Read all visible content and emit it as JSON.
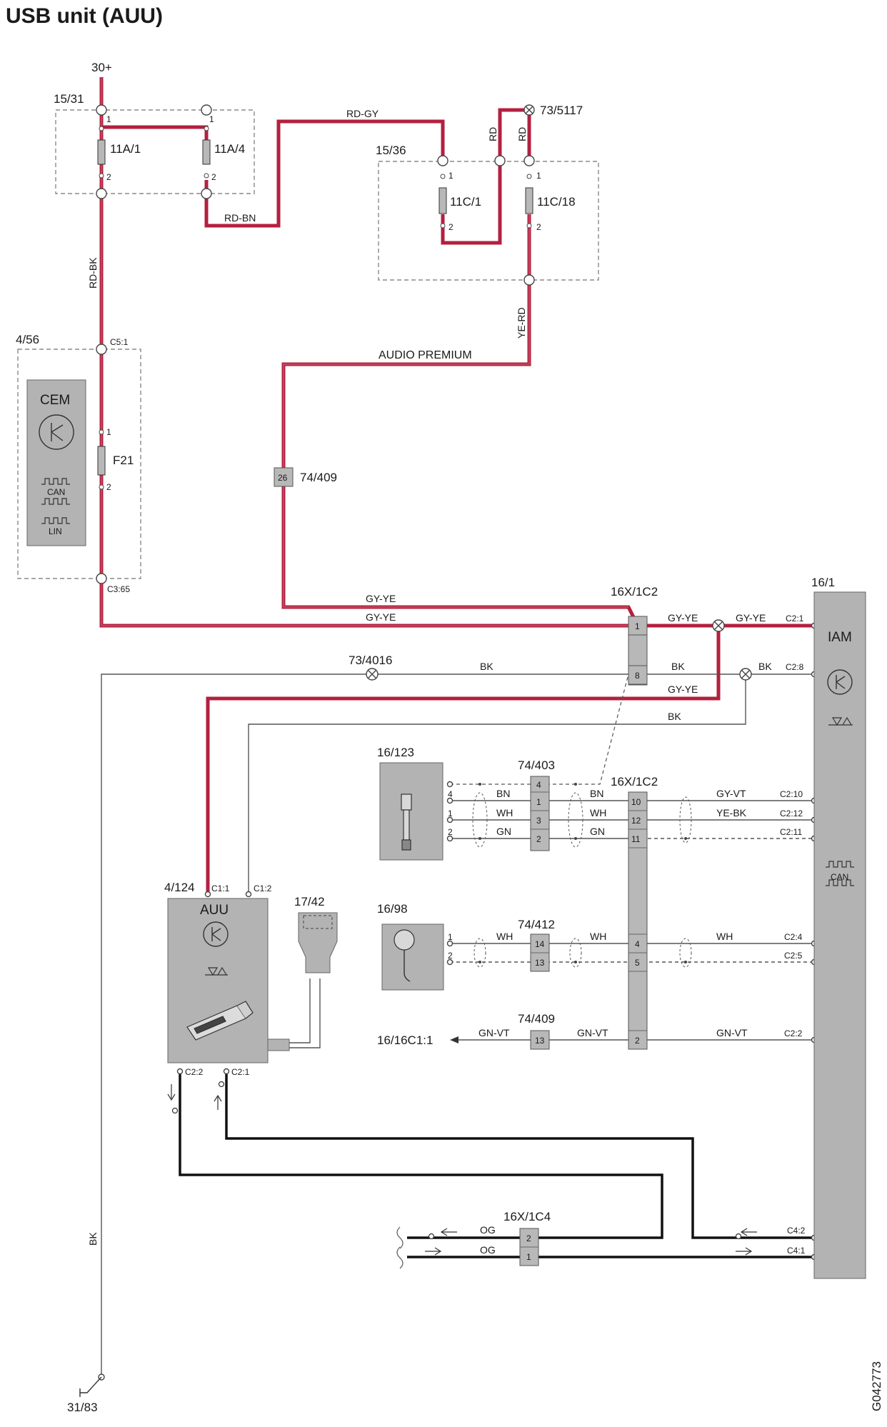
{
  "title": "USB unit (AUU)",
  "figure_id": "G042773",
  "colors": {
    "power_wire": "#b3203f",
    "can_wire": "#111111",
    "signal_wire": "#555555",
    "module_fill": "#b3b3b3",
    "connector_fill": "#b8b8b8"
  },
  "supply": {
    "terminal_30": "30+",
    "ground": "31/83",
    "ground_wire": "BK"
  },
  "fusebox_a": {
    "id": "15/31",
    "fuse1": "11A/1",
    "fuse2": "11A/4",
    "pin1": "1",
    "pin2": "2",
    "wire_left": "RD-BK",
    "wire_right": "RD-BN"
  },
  "fusebox_b": {
    "id": "15/36",
    "fuse1": "11C/1",
    "fuse2": "11C/18",
    "pin1": "1",
    "pin2": "2",
    "splice": "73/5117",
    "wire_in": "RD-GY",
    "wire_rd_a": "RD",
    "wire_rd_b": "RD",
    "wire_out": "YE-RD"
  },
  "cem": {
    "id": "4/56",
    "name": "CEM",
    "fuse": "F21",
    "pin_in": "C5:1",
    "pin_out": "C3:65",
    "can_label": "CAN",
    "lin_label": "LIN",
    "pin1": "1",
    "pin2": "2"
  },
  "audio_premium": {
    "label": "AUDIO PREMIUM",
    "connector": "74/409",
    "pin": "26"
  },
  "main_conn": {
    "id": "16X/1C2",
    "pin_a": "1",
    "pin_b": "8",
    "wire_a1": "GY-YE",
    "wire_a2": "GY-YE",
    "wire_a3": "GY-YE",
    "wire_a4": "GY-YE",
    "wire_a5": "GY-YE",
    "wire_bk1": "BK",
    "wire_bk2": "BK",
    "wire_bk3": "BK",
    "wire_bk4": "BK",
    "ground_splice": "73/4016"
  },
  "iam": {
    "id": "16/1",
    "name": "IAM",
    "can_label": "CAN",
    "pins": [
      "C2:1",
      "C2:8",
      "C2:10",
      "C2:12",
      "C2:11",
      "C2:4",
      "C2:5",
      "C2:2",
      "C4:2",
      "C4:1"
    ]
  },
  "aux_jack": {
    "id": "16/123",
    "pins": [
      "4",
      "1",
      "2"
    ],
    "conn": "74/403",
    "conn_pins": [
      "4",
      "1",
      "3",
      "2"
    ],
    "wires_left": [
      "BN",
      "WH",
      "GN"
    ],
    "wires_mid": [
      "BN",
      "WH",
      "GN"
    ],
    "wires_right": [
      "GY-VT",
      "YE-BK"
    ]
  },
  "conn2": {
    "id": "16X/1C2",
    "pins": [
      "10",
      "12",
      "11",
      "4",
      "5",
      "2"
    ]
  },
  "mic": {
    "id": "16/98",
    "pins": [
      "1",
      "2"
    ],
    "conn": "74/412",
    "conn_pins": [
      "14",
      "13"
    ],
    "wire_left": "WH",
    "wire_mid": "WH",
    "wire_right": "WH"
  },
  "gnd_line": {
    "conn": "74/409",
    "pin": "13",
    "target": "16/16C1:1",
    "wire_left": "GN-VT",
    "wire_mid": "GN-VT",
    "wire_right": "GN-VT"
  },
  "auu": {
    "id": "4/124",
    "name": "AUU",
    "pin_c11": "C1:1",
    "pin_c12": "C1:2",
    "pin_c22": "C2:2",
    "pin_c21": "C2:1",
    "usb_socket": "17/42"
  },
  "can_conn": {
    "id": "16X/1C4",
    "pins": [
      "2",
      "1"
    ],
    "wire_a": "OG",
    "wire_b": "OG"
  }
}
